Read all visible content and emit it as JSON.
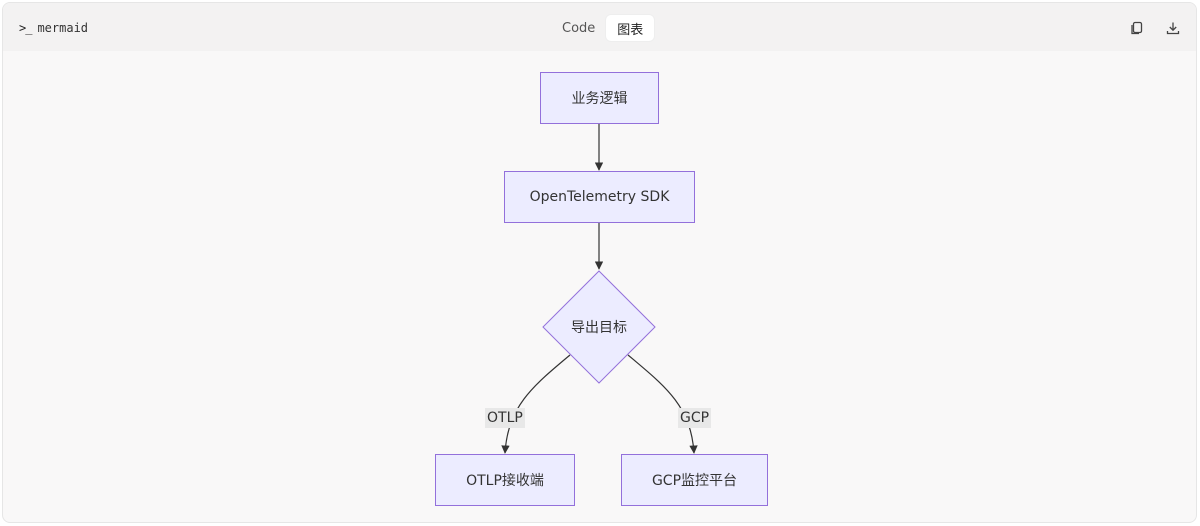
{
  "toolbar": {
    "language_label": "mermaid",
    "language_icon": "terminal-prompt-icon",
    "tabs": [
      {
        "label": "Code",
        "active": false
      },
      {
        "label": "图表",
        "active": true
      }
    ],
    "actions": [
      {
        "name": "copy-icon"
      },
      {
        "name": "download-icon"
      }
    ]
  },
  "diagram": {
    "nodes": {
      "business_logic": "业务逻辑",
      "otel_sdk": "OpenTelemetry SDK",
      "export_target": "导出目标",
      "otlp_receiver": "OTLP接收端",
      "gcp_platform": "GCP监控平台"
    },
    "edge_labels": {
      "otlp": "OTLP",
      "gcp": "GCP"
    },
    "colors": {
      "node_fill": "#ECECFF",
      "node_border": "#9370DB",
      "edge": "#333333"
    }
  }
}
